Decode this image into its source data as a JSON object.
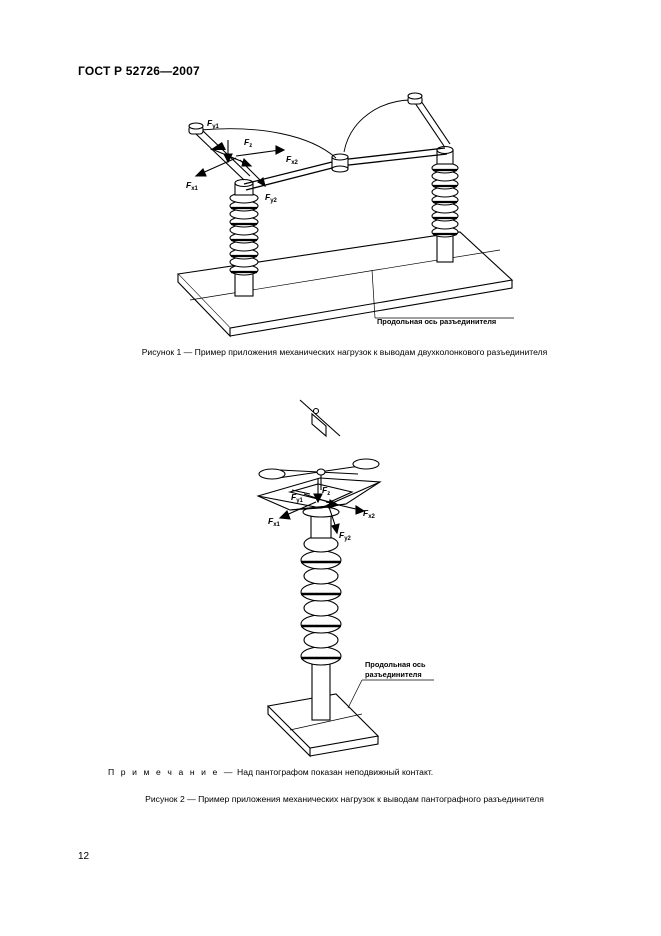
{
  "header": {
    "standard": "ГОСТ Р 52726—2007"
  },
  "figure1": {
    "caption": "Рисунок 1 — Пример приложения механических нагрузок к выводам двухколонкового разъединителя",
    "axis_label": "Продольная ось разъединителя",
    "forces": [
      {
        "symbol": "F",
        "sub": "y1"
      },
      {
        "symbol": "F",
        "sub": "z"
      },
      {
        "symbol": "F",
        "sub": "x2"
      },
      {
        "symbol": "F",
        "sub": "x1"
      },
      {
        "symbol": "F",
        "sub": "y2"
      }
    ]
  },
  "figure2": {
    "caption": "Рисунок 2 — Пример приложения механических нагрузок к выводам пантографного разъединителя",
    "axis_label_line1": "Продольная ось",
    "axis_label_line2": "разъединителя",
    "forces": [
      {
        "symbol": "F",
        "sub": "y1"
      },
      {
        "symbol": "F",
        "sub": "z"
      },
      {
        "symbol": "F",
        "sub": "x1"
      },
      {
        "symbol": "F",
        "sub": "x2"
      },
      {
        "symbol": "F",
        "sub": "y2"
      }
    ]
  },
  "note": {
    "lead": "П р и м е ч а н и е —",
    "text": "Над пантографом показан неподвижный контакт."
  },
  "footer": {
    "page_number": "12"
  }
}
